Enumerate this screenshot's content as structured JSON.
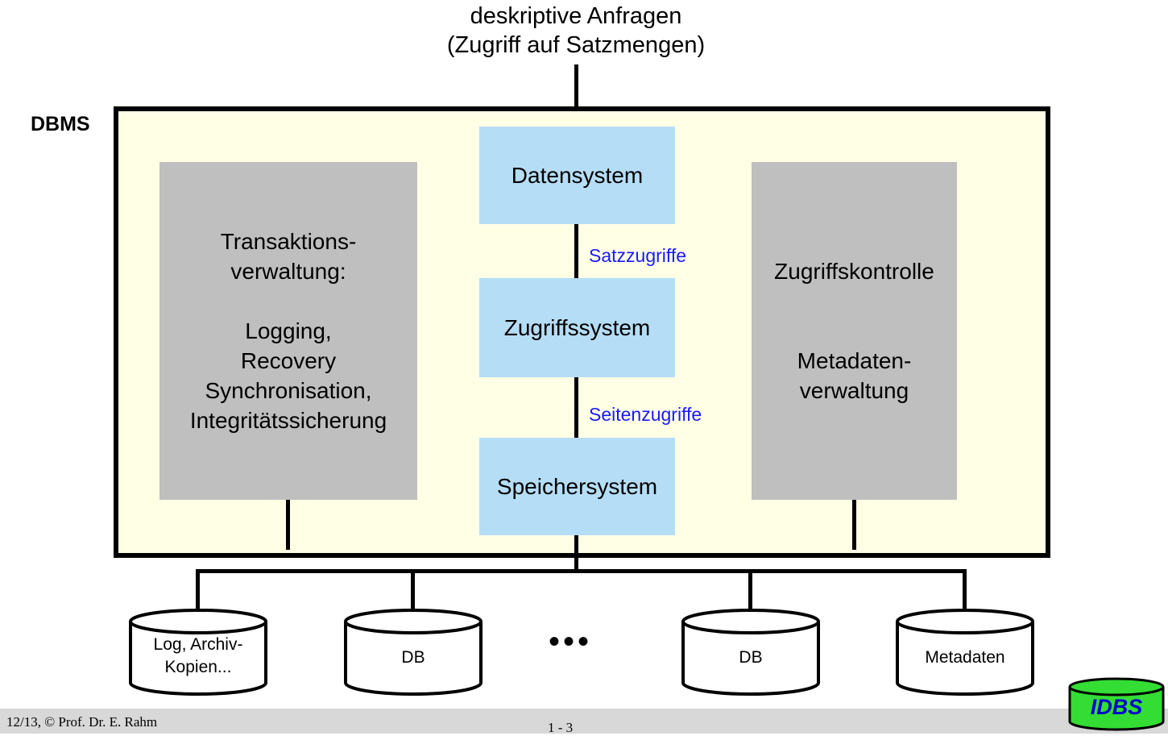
{
  "top_label": {
    "line1": "deskriptive Anfragen",
    "line2": "(Zugriff auf Satzmengen)"
  },
  "dbms_label": "DBMS",
  "transaction_box": {
    "line1": "Transaktions-",
    "line2": "verwaltung:",
    "line3": "Logging,",
    "line4": "Recovery",
    "line5": "Synchronisation,",
    "line6": "Integritätssicherung"
  },
  "access_box": {
    "line1": "Zugriffskontrolle",
    "line2": "Metadaten-",
    "line3": "verwaltung"
  },
  "layers": {
    "data_system": "Datensystem",
    "access_system": "Zugriffssystem",
    "storage_system": "Speichersystem"
  },
  "connectors": {
    "record_access": "Satzzugriffe",
    "page_access": "Seitenzugriffe"
  },
  "databases": {
    "log": {
      "line1": "Log, Archiv-",
      "line2": "Kopien..."
    },
    "db1": "DB",
    "db2": "DB",
    "metadata": "Metadaten",
    "ellipsis": "•••"
  },
  "footer": {
    "left": "12/13, © Prof. Dr. E. Rahm",
    "page": "1 - 3",
    "logo": "IDBS"
  },
  "colors": {
    "frame_fill": "#ffffe6",
    "grey_box": "#bfbfbf",
    "layer_box": "#b5ddf6",
    "connector_text": "#1a1aff",
    "logo_fill": "#33dd33"
  }
}
